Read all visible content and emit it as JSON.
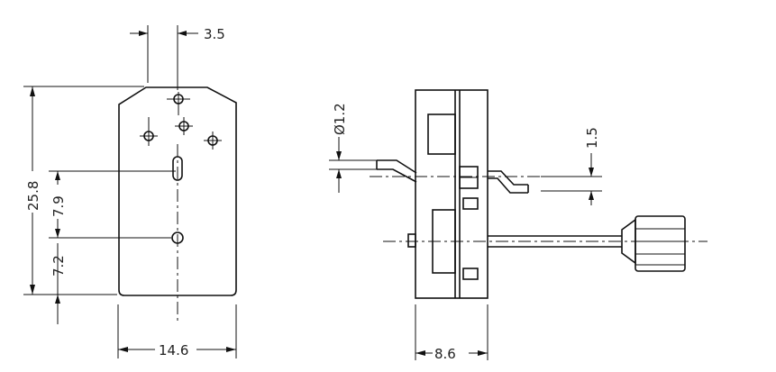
{
  "dimensions": {
    "front_top_offset": "3.5",
    "front_height": "25.8",
    "front_mid_offset": "7.9",
    "front_lower_offset": "7.2",
    "front_width": "14.6",
    "side_pin_diameter": "Ø1.2",
    "side_pin_offset": "1.5",
    "side_width": "8.6"
  }
}
